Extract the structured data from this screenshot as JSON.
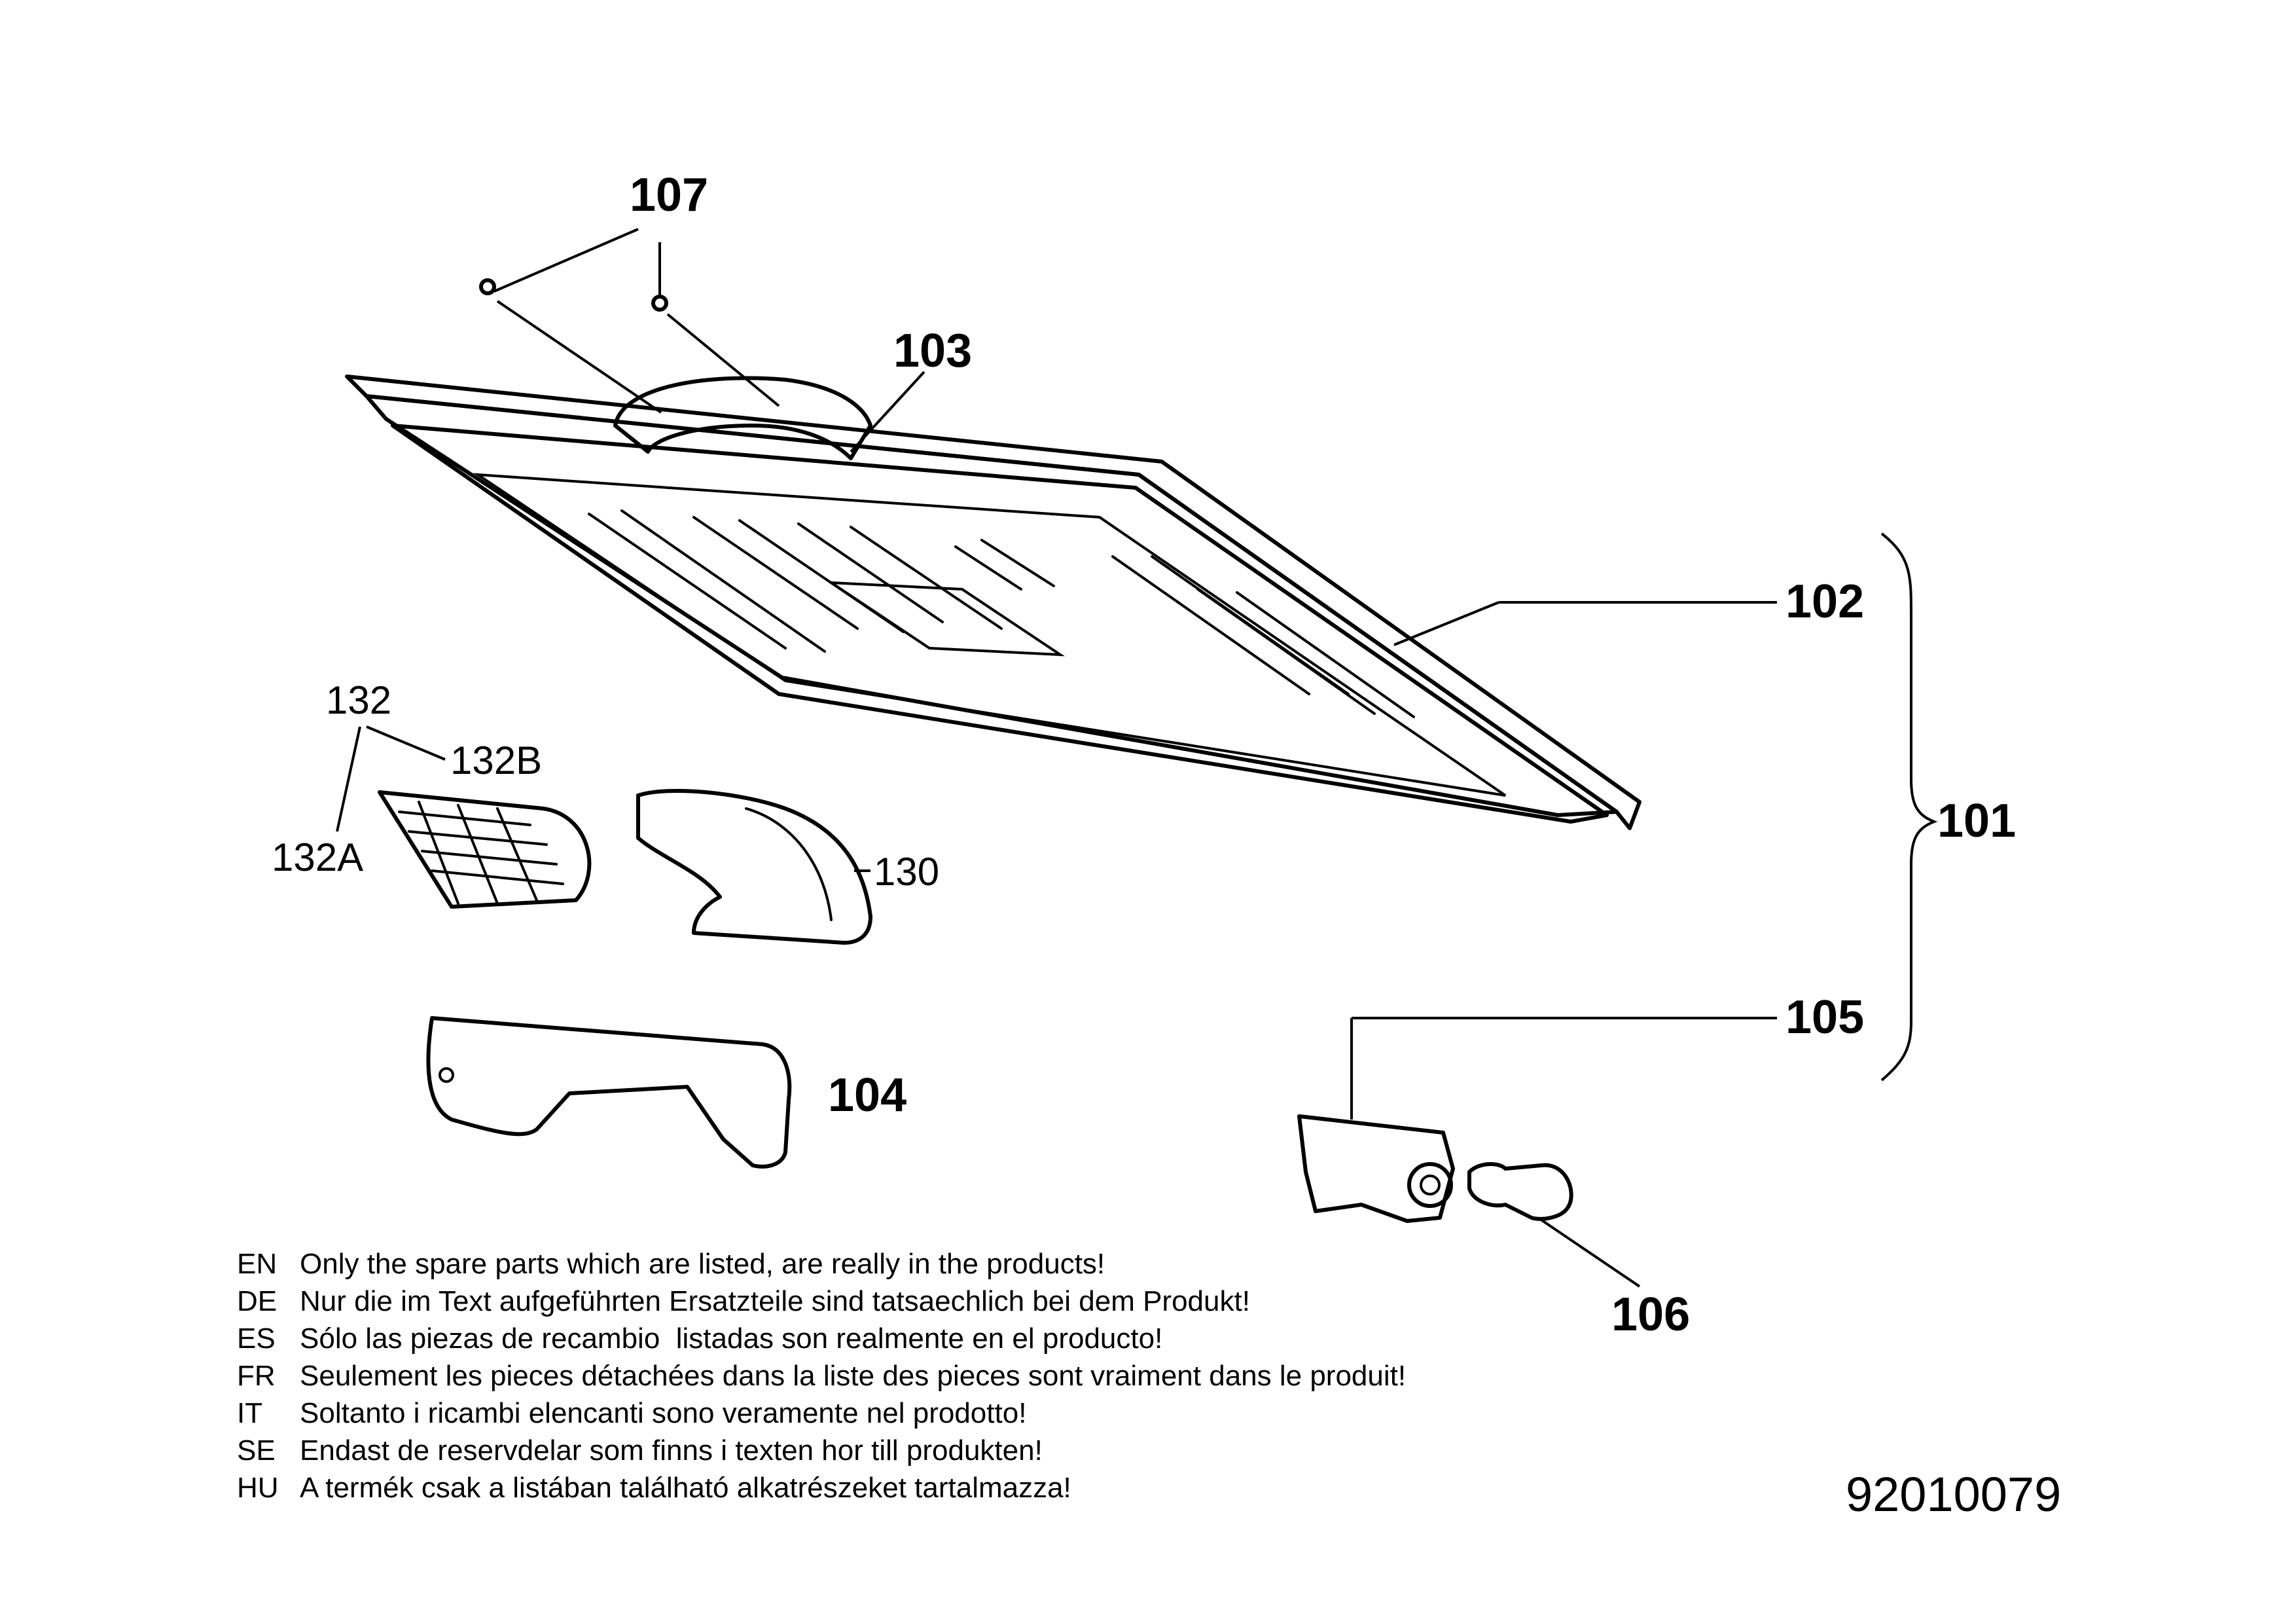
{
  "labels": {
    "p101": "101",
    "p102": "102",
    "p103": "103",
    "p104": "104",
    "p105": "105",
    "p106": "106",
    "p107": "107",
    "p130": "130",
    "p132": "132",
    "p132A": "132A",
    "p132B": "132B"
  },
  "notes": [
    {
      "code": "EN",
      "text": "Only the spare parts which are listed, are really in the products!"
    },
    {
      "code": "DE",
      "text": "Nur die im Text aufgeführten Ersatzteile sind tatsaechlich bei dem Produkt!"
    },
    {
      "code": "ES",
      "text": "Sólo las piezas de recambio  listadas son realmente en el producto!"
    },
    {
      "code": "FR",
      "text": "Seulement les pieces détachées dans la liste des pieces sont vraiment dans le produit!"
    },
    {
      "code": "IT",
      "text": "Soltanto i ricambi elencanti sono veramente nel prodotto!"
    },
    {
      "code": "SE",
      "text": "Endast de reservdelar som finns i texten hor till produkten!"
    },
    {
      "code": "HU",
      "text": "A termék csak a listában található alkatrészeket tartalmazza!"
    }
  ],
  "document_number": "92010079"
}
